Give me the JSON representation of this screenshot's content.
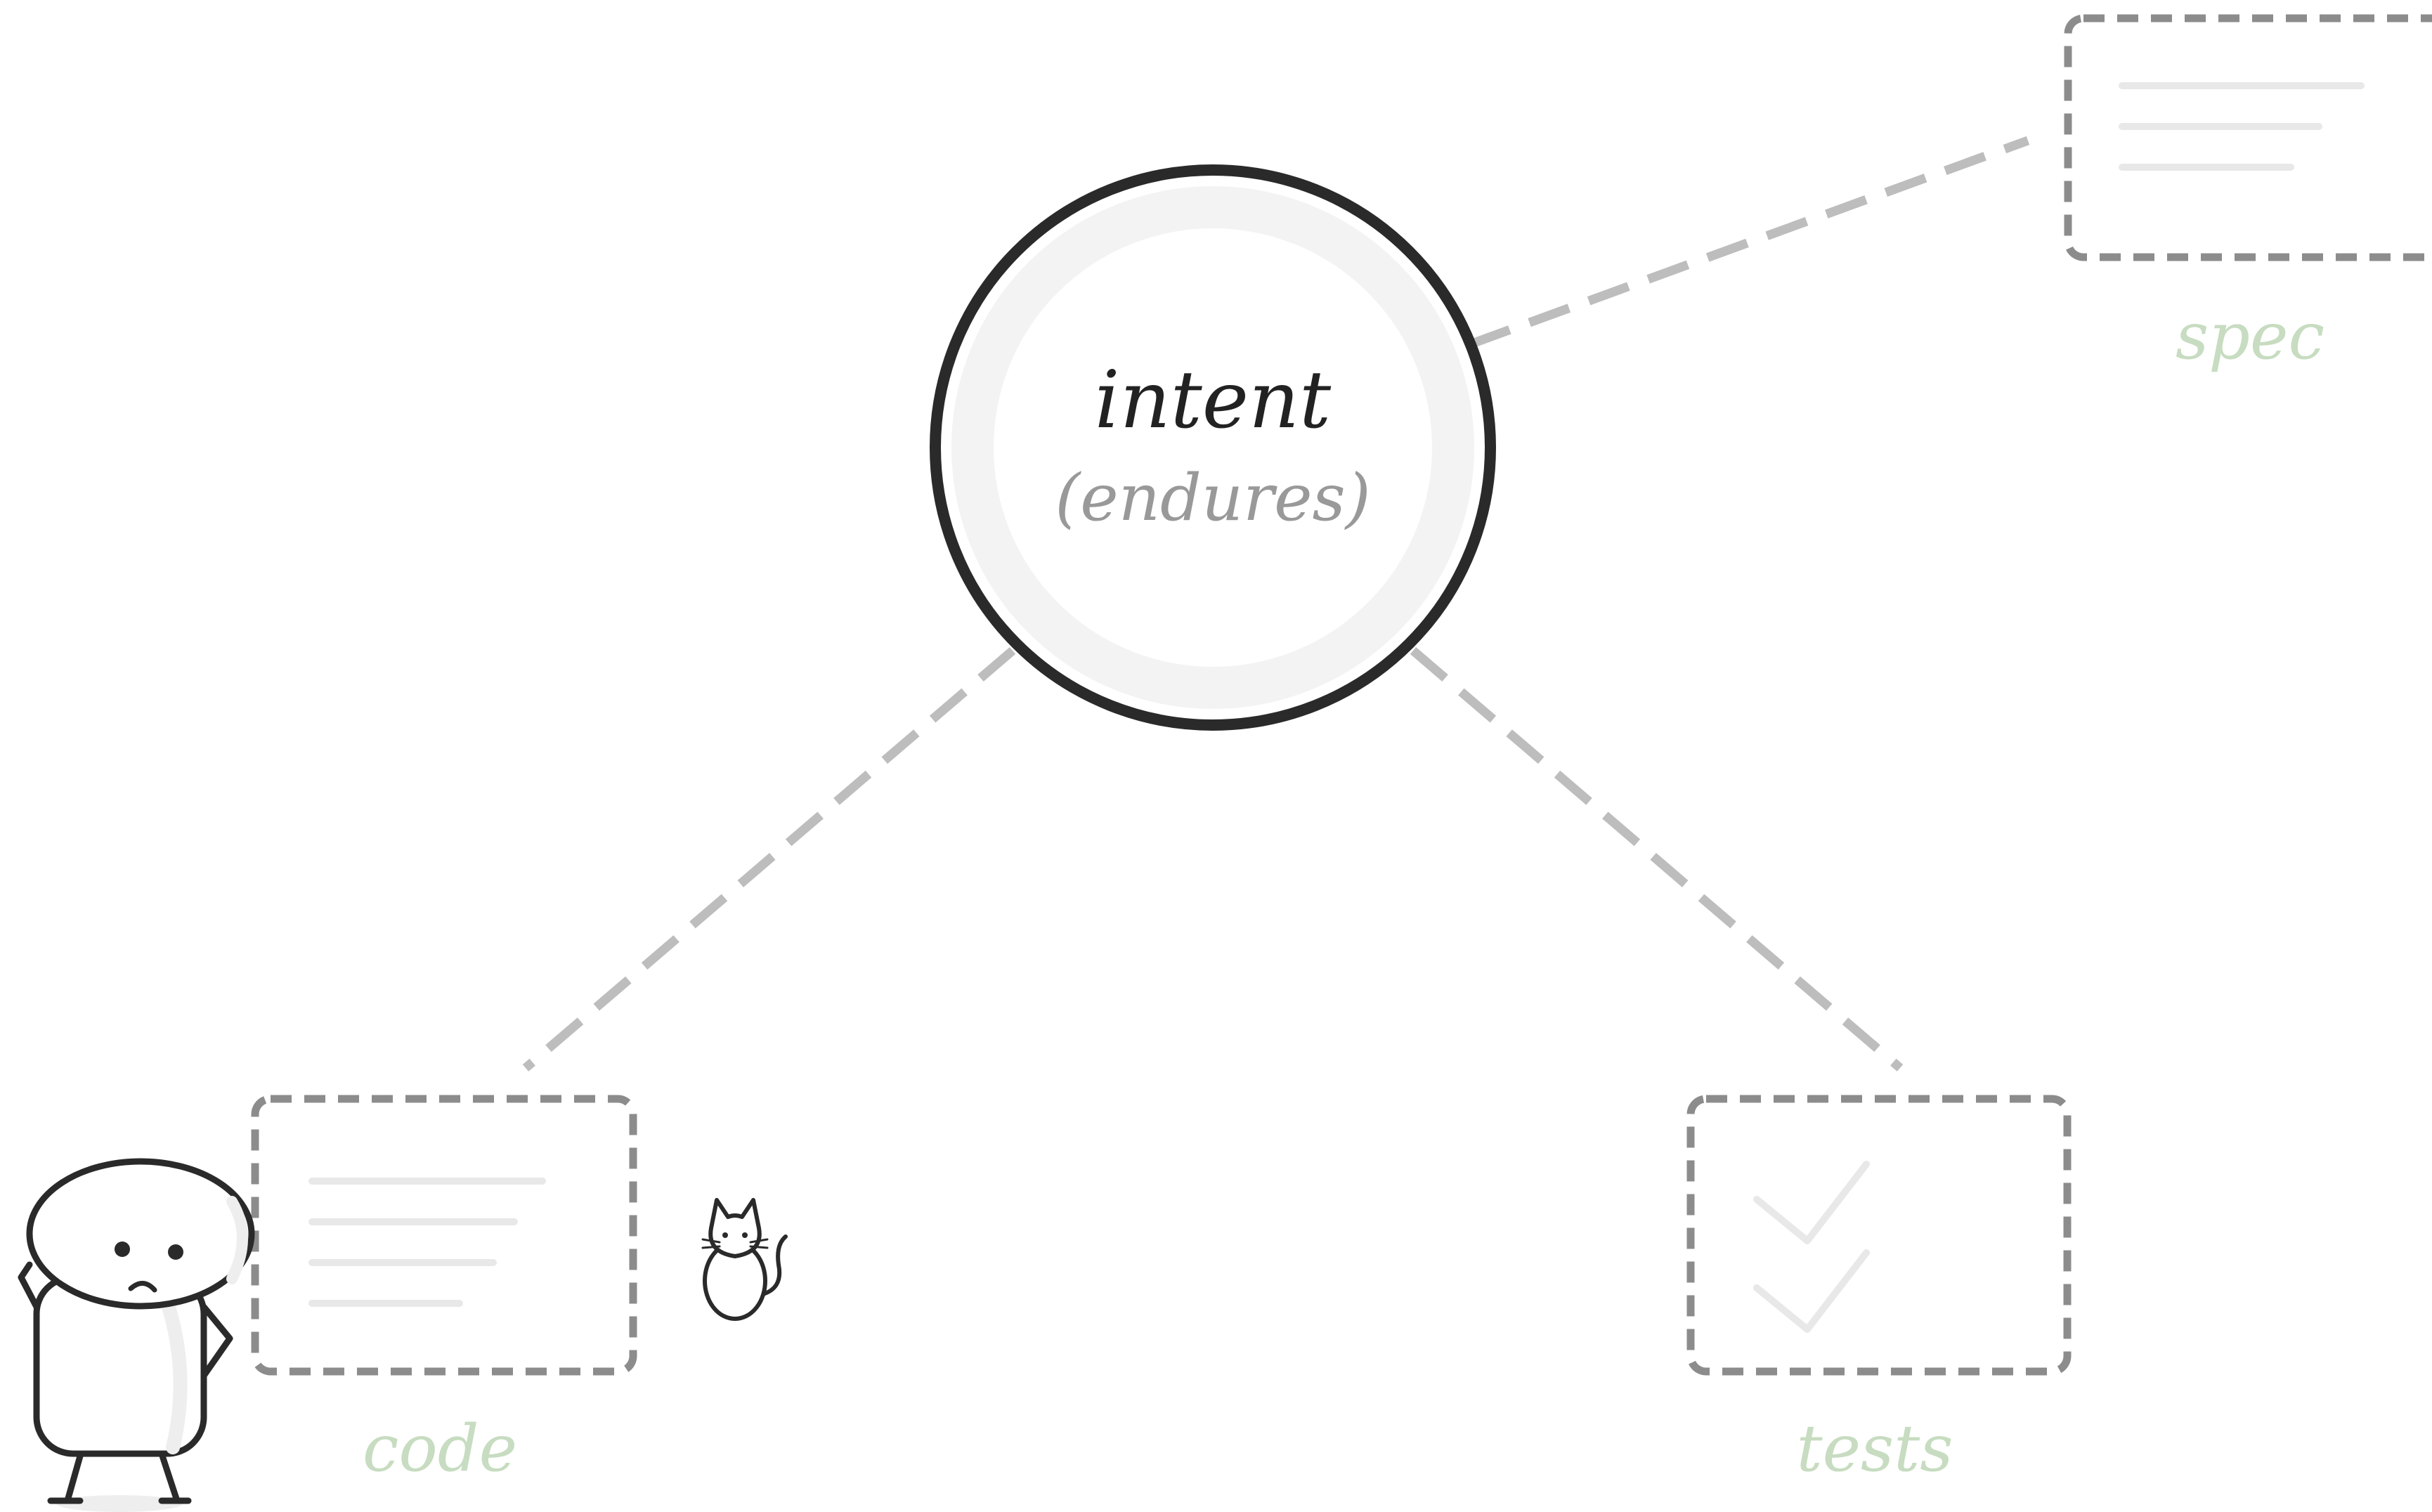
{
  "center": {
    "label": "intent",
    "sublabel": "(endures)"
  },
  "nodes": [
    {
      "id": "spec",
      "label": "spec",
      "icon": "document-lines-icon"
    },
    {
      "id": "code",
      "label": "code",
      "icon": "document-lines-icon"
    },
    {
      "id": "tests",
      "label": "tests",
      "icon": "checkmarks-icon"
    }
  ],
  "colors": {
    "circle_stroke": "#2a2a2a",
    "circle_inner": "#f3f3f3",
    "connector": "#bdbdbd",
    "box_stroke": "#8c8c8c",
    "box_content": "#e8e8e8",
    "node_label": "#c7dcc0",
    "intent_text": "#222222",
    "endures_text": "#999999",
    "character_stroke": "#2a2a2a"
  }
}
